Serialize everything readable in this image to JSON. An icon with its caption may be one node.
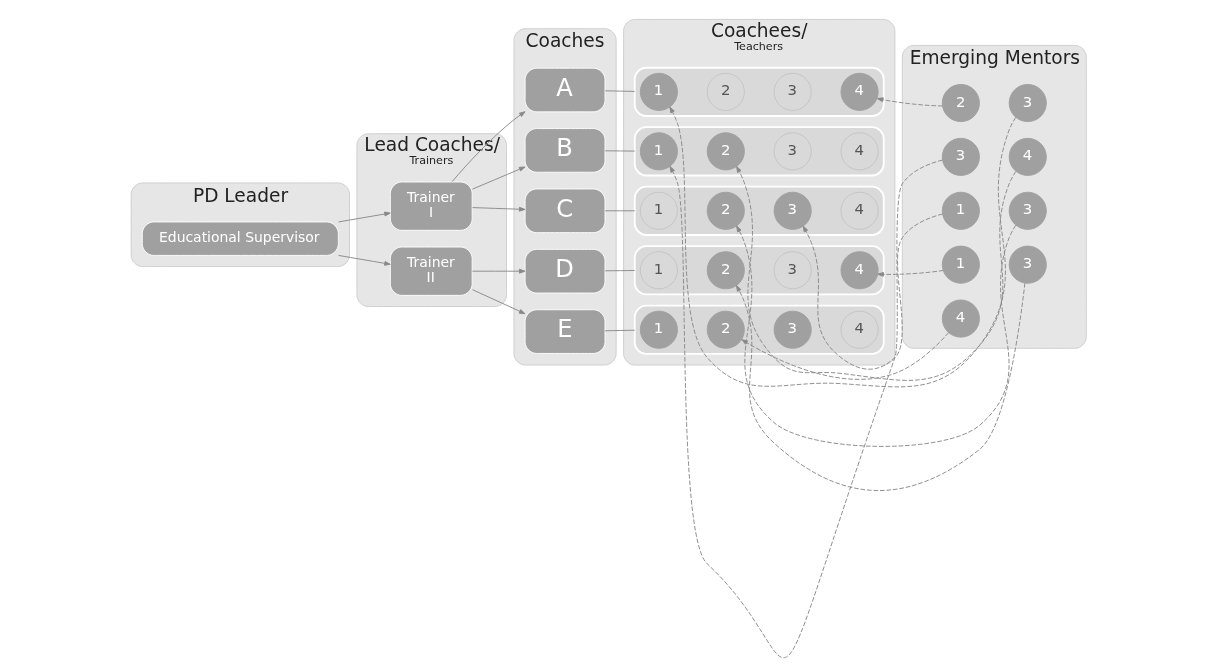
{
  "diagram": {
    "nodes": [
      {
        "text": [
          "PD Leader"
        ]
      },
      {
        "text": [
          "Educational Supervisor"
        ],
        "in": 0
      },
      {
        "text": [
          "Lead Coaches/",
          "Trainers"
        ]
      },
      {
        "text": [
          "Trainer",
          "I"
        ],
        "in": 2
      },
      {
        "text": [
          "Trainer",
          "II"
        ],
        "in": 2
      },
      {
        "text": [
          "Coaches"
        ]
      },
      {
        "text": [
          "A"
        ],
        "in": 5
      },
      {
        "text": [
          "B"
        ],
        "in": 5
      },
      {
        "text": [
          "C"
        ],
        "in": 5
      },
      {
        "text": [
          "D"
        ],
        "in": 5
      },
      {
        "text": [
          "E"
        ],
        "in": 5
      },
      {
        "text": [
          "Coachees/",
          "Teachers"
        ]
      },
      {
        "text": [],
        "shape": "box",
        "in": 11
      },
      {
        "text": [
          "1"
        ],
        "in": 12
      },
      {
        "text": [
          "2"
        ],
        "in": 12
      },
      {
        "text": [
          "3"
        ],
        "in": 12
      },
      {
        "text": [
          "4"
        ],
        "in": 12
      },
      {
        "text": [],
        "shape": "box",
        "in": 11
      },
      {
        "text": [
          "1"
        ],
        "in": 17
      },
      {
        "text": [
          "2"
        ],
        "in": 17
      },
      {
        "text": [
          "3"
        ],
        "in": 17
      },
      {
        "text": [
          "4"
        ],
        "in": 17
      },
      {
        "text": [],
        "shape": "box",
        "in": 11
      },
      {
        "text": [
          "1"
        ],
        "in": 22
      },
      {
        "text": [
          "2"
        ],
        "in": 22
      },
      {
        "text": [
          "3"
        ],
        "in": 22
      },
      {
        "text": [
          "4"
        ],
        "in": 22
      },
      {
        "text": [],
        "shape": "box",
        "in": 11
      },
      {
        "text": [
          "1"
        ],
        "in": 27
      },
      {
        "text": [
          "2"
        ],
        "in": 27
      },
      {
        "text": [
          "3"
        ],
        "in": 27
      },
      {
        "text": [
          "4"
        ],
        "in": 27
      },
      {
        "text": [],
        "shape": "box",
        "in": 11
      },
      {
        "text": [
          "1"
        ],
        "in": 32
      },
      {
        "text": [
          "2"
        ],
        "in": 32
      },
      {
        "text": [
          "3"
        ],
        "in": 32
      },
      {
        "text": [
          "4"
        ],
        "in": 32
      },
      {
        "text": [
          "Emerging Mentors"
        ]
      },
      {
        "text": [
          "2"
        ],
        "in": 37
      },
      {
        "text": [
          "3"
        ],
        "in": 37
      },
      {
        "text": [
          "3"
        ],
        "in": 37
      },
      {
        "text": [
          "4"
        ],
        "in": 37
      },
      {
        "text": [
          "1"
        ],
        "in": 37
      },
      {
        "text": [
          "3"
        ],
        "in": 37
      },
      {
        "text": [
          "1"
        ],
        "in": 37
      },
      {
        "text": [
          "3"
        ],
        "in": 37
      },
      {
        "text": [
          "4"
        ],
        "in": 37
      }
    ],
    "edges": [
      {
        "from": 1,
        "to": 3,
        "arrow": "to"
      },
      {
        "from": 1,
        "to": 4,
        "arrow": "to"
      },
      {
        "from": 3,
        "to": 6,
        "arrow": "to"
      },
      {
        "from": 3,
        "to": 7,
        "arrow": "to"
      },
      {
        "from": 3,
        "to": 8,
        "arrow": "to"
      },
      {
        "from": 4,
        "to": 9,
        "arrow": "to"
      },
      {
        "from": 4,
        "to": 10,
        "arrow": "to"
      },
      {
        "from": 6,
        "to": 12,
        "arrow": "none"
      },
      {
        "from": 7,
        "to": 17,
        "arrow": "none"
      },
      {
        "from": 8,
        "to": 22,
        "arrow": "none"
      },
      {
        "from": 9,
        "to": 27,
        "arrow": "none"
      },
      {
        "from": 10,
        "to": 32,
        "arrow": "none"
      },
      {
        "from": 38,
        "to": 16,
        "arrow": "to",
        "style": "dashed"
      },
      {
        "from": 39,
        "to": 13,
        "arrow": "to",
        "style": "dashed"
      },
      {
        "from": 41,
        "to": 19,
        "arrow": "to",
        "style": "dashed"
      },
      {
        "from": 40,
        "to": 18,
        "arrow": "to",
        "style": "dashed"
      },
      {
        "from": 42,
        "to": 25,
        "arrow": "to",
        "style": "dashed"
      },
      {
        "from": 43,
        "to": 24,
        "arrow": "to",
        "style": "dashed"
      },
      {
        "from": 44,
        "to": 31,
        "arrow": "to",
        "style": "dashed"
      },
      {
        "from": 45,
        "to": 29,
        "arrow": "to",
        "style": "dashed"
      },
      {
        "from": 46,
        "to": 34,
        "arrow": "to",
        "style": "dashed"
      }
    ]
  }
}
